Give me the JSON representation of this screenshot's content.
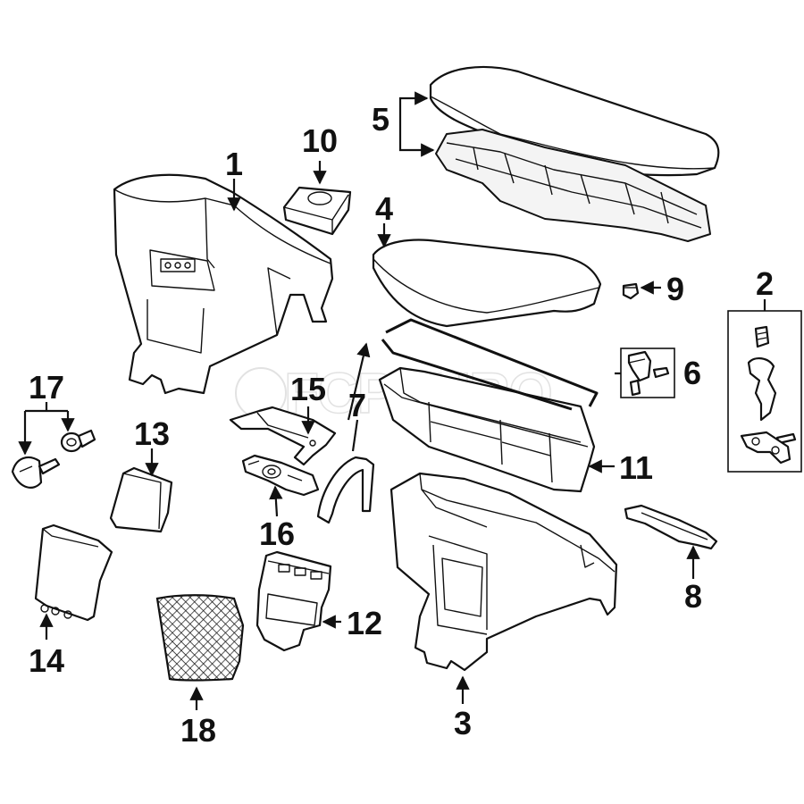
{
  "watermark": "FCPEURO",
  "colors": {
    "line": "#111111",
    "background": "#ffffff",
    "watermark": "#e2e2e2"
  },
  "callouts": [
    "1",
    "2",
    "3",
    "4",
    "5",
    "6",
    "7",
    "8",
    "9",
    "10",
    "11",
    "12",
    "13",
    "14",
    "15",
    "16",
    "17",
    "18"
  ]
}
